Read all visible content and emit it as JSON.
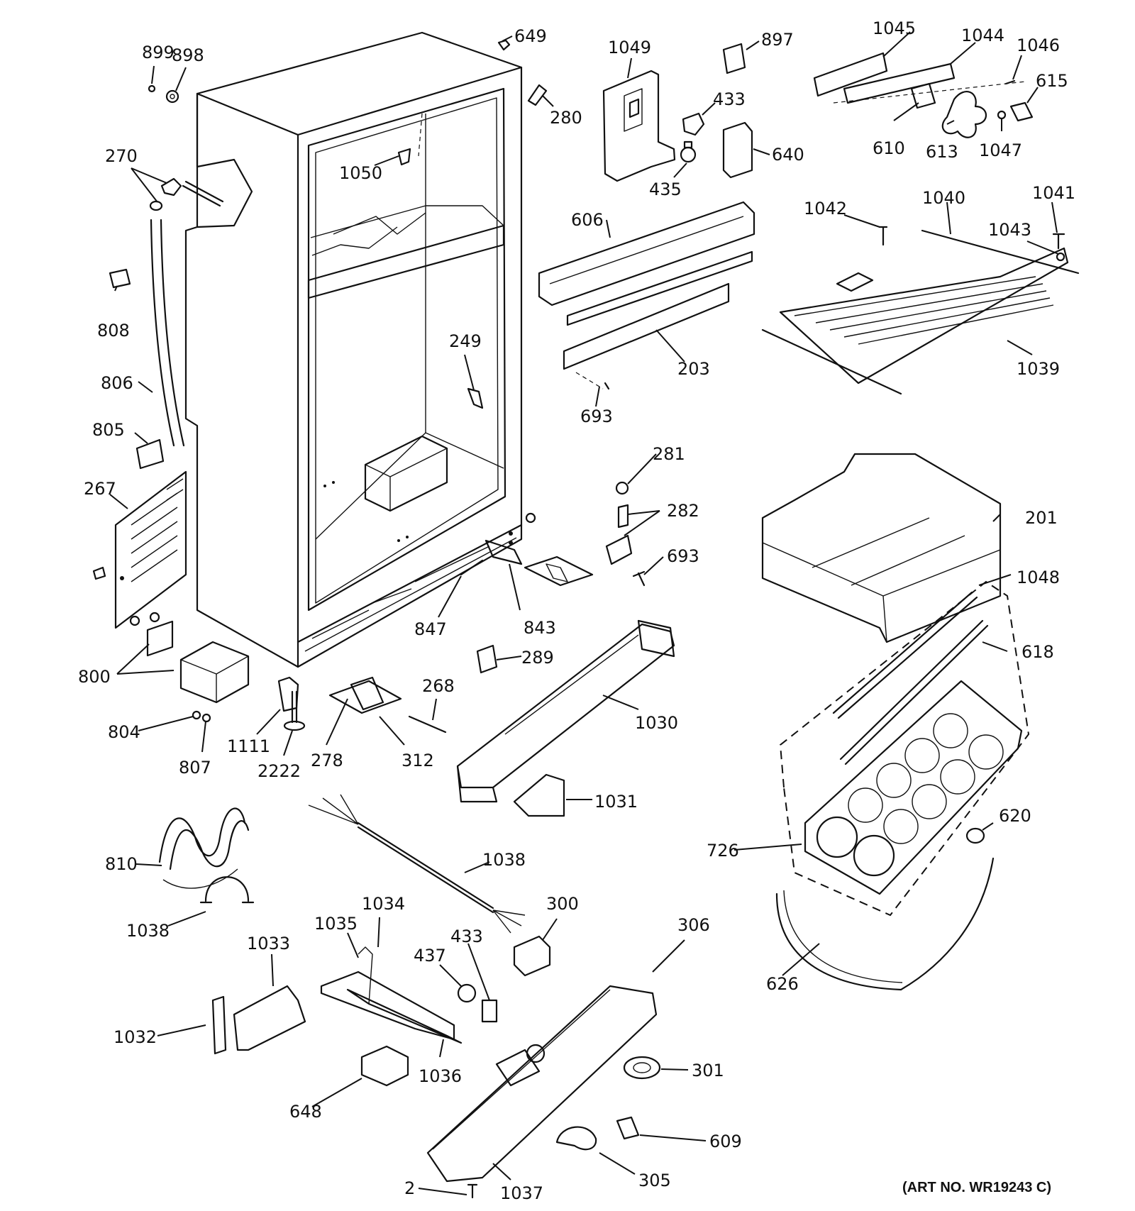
{
  "art_number": "(ART NO. WR19243 C)",
  "callouts": [
    {
      "id": "c899",
      "text": "899"
    },
    {
      "id": "c898",
      "text": "898"
    },
    {
      "id": "c649",
      "text": "649"
    },
    {
      "id": "c1049",
      "text": "1049"
    },
    {
      "id": "c897",
      "text": "897"
    },
    {
      "id": "c1045",
      "text": "1045"
    },
    {
      "id": "c1044",
      "text": "1044"
    },
    {
      "id": "c1046",
      "text": "1046"
    },
    {
      "id": "c615",
      "text": "615"
    },
    {
      "id": "c280",
      "text": "280"
    },
    {
      "id": "c433a",
      "text": "433"
    },
    {
      "id": "c610",
      "text": "610"
    },
    {
      "id": "c613",
      "text": "613"
    },
    {
      "id": "c1047",
      "text": "1047"
    },
    {
      "id": "c270",
      "text": "270"
    },
    {
      "id": "c1050",
      "text": "1050"
    },
    {
      "id": "c640",
      "text": "640"
    },
    {
      "id": "c435",
      "text": "435"
    },
    {
      "id": "c1042",
      "text": "1042"
    },
    {
      "id": "c1040",
      "text": "1040"
    },
    {
      "id": "c1041",
      "text": "1041"
    },
    {
      "id": "c606",
      "text": "606"
    },
    {
      "id": "c1043",
      "text": "1043"
    },
    {
      "id": "c808",
      "text": "808"
    },
    {
      "id": "c249",
      "text": "249"
    },
    {
      "id": "c203",
      "text": "203"
    },
    {
      "id": "c1039",
      "text": "1039"
    },
    {
      "id": "c806",
      "text": "806"
    },
    {
      "id": "c693a",
      "text": "693"
    },
    {
      "id": "c805",
      "text": "805"
    },
    {
      "id": "c281",
      "text": "281"
    },
    {
      "id": "c267",
      "text": "267"
    },
    {
      "id": "c282",
      "text": "282"
    },
    {
      "id": "c201",
      "text": "201"
    },
    {
      "id": "c693b",
      "text": "693"
    },
    {
      "id": "c1048",
      "text": "1048"
    },
    {
      "id": "c847",
      "text": "847"
    },
    {
      "id": "c843",
      "text": "843"
    },
    {
      "id": "c618",
      "text": "618"
    },
    {
      "id": "c289",
      "text": "289"
    },
    {
      "id": "c800",
      "text": "800"
    },
    {
      "id": "c268",
      "text": "268"
    },
    {
      "id": "c1030",
      "text": "1030"
    },
    {
      "id": "c804",
      "text": "804"
    },
    {
      "id": "c1111",
      "text": "1111"
    },
    {
      "id": "c278",
      "text": "278"
    },
    {
      "id": "c312",
      "text": "312"
    },
    {
      "id": "c807",
      "text": "807"
    },
    {
      "id": "c2222",
      "text": "2222"
    },
    {
      "id": "c1031",
      "text": "1031"
    },
    {
      "id": "c620",
      "text": "620"
    },
    {
      "id": "c810",
      "text": "810"
    },
    {
      "id": "c1038a",
      "text": "1038"
    },
    {
      "id": "c726",
      "text": "726"
    },
    {
      "id": "c1038b",
      "text": "1038"
    },
    {
      "id": "c300",
      "text": "300"
    },
    {
      "id": "c1034",
      "text": "1034"
    },
    {
      "id": "c306",
      "text": "306"
    },
    {
      "id": "c1035",
      "text": "1035"
    },
    {
      "id": "c433b",
      "text": "433"
    },
    {
      "id": "c1033",
      "text": "1033"
    },
    {
      "id": "c437",
      "text": "437"
    },
    {
      "id": "c626",
      "text": "626"
    },
    {
      "id": "c1032",
      "text": "1032"
    },
    {
      "id": "c1036",
      "text": "1036"
    },
    {
      "id": "c301",
      "text": "301"
    },
    {
      "id": "c648",
      "text": "648"
    },
    {
      "id": "c609",
      "text": "609"
    },
    {
      "id": "c2",
      "text": "2"
    },
    {
      "id": "c1037",
      "text": "1037"
    },
    {
      "id": "c305",
      "text": "305"
    }
  ]
}
